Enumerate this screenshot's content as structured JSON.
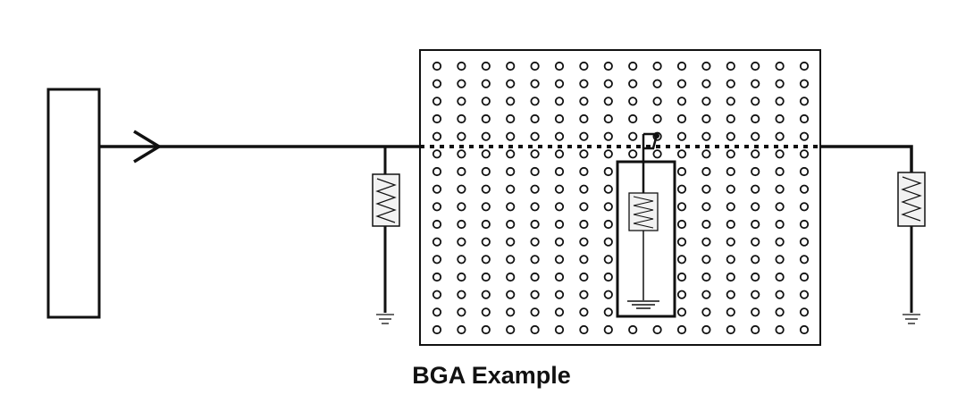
{
  "caption": "BGA Example",
  "colors": {
    "line": "#111111",
    "resistor_fill": "#f2f2f2",
    "background": "#ffffff"
  },
  "package": {
    "ball_rows": 16,
    "ball_columns": 16
  }
}
